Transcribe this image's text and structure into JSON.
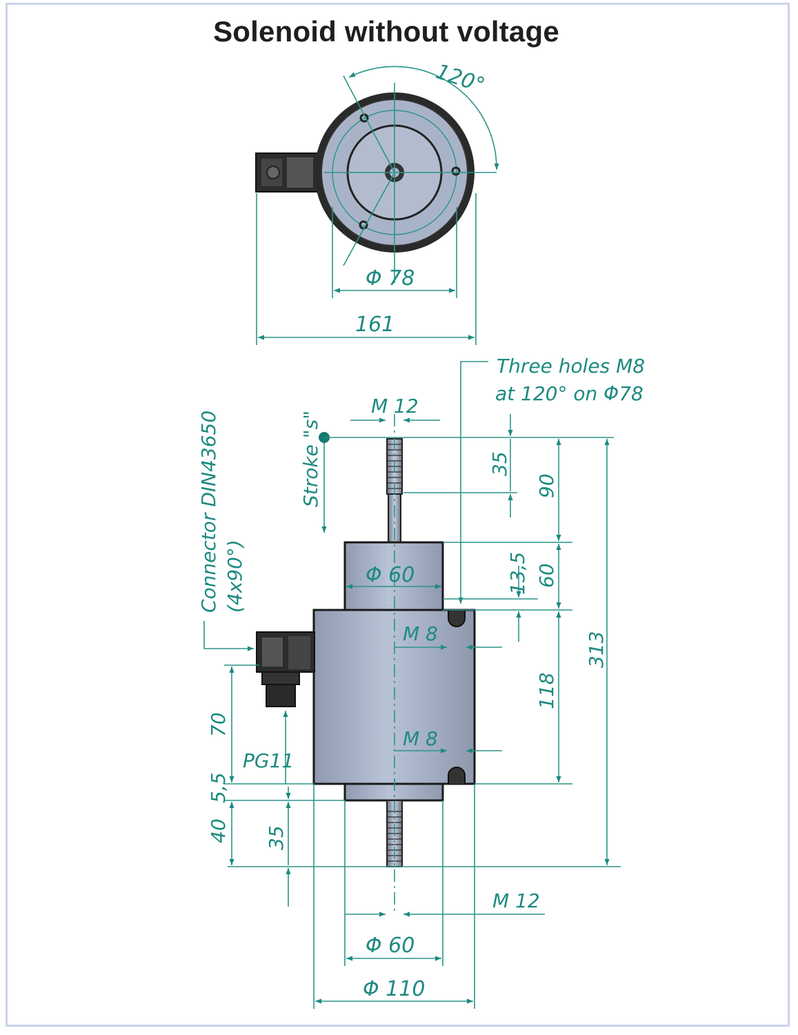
{
  "title": "Solenoid without voltage",
  "colors": {
    "dimension": "#1d8a80",
    "body_fill": "#a9b3c8",
    "outline": "#1a1a1a",
    "frame": "#c9d3ea"
  },
  "top_view": {
    "angle": "120°",
    "pcd": "Φ 78",
    "overall_width": "161"
  },
  "side_view": {
    "holes_note_line1": "Three holes M8",
    "holes_note_line2": "at 120° on Φ78",
    "thread_top": "M 12",
    "stroke": "Stroke \"s\"",
    "connector_line1": "Connector DIN43650",
    "connector_line2": "(4x90°)",
    "top_flange_dia": "Φ 60",
    "dim_35_top": "35",
    "dim_90": "90",
    "dim_13_5": "13,5",
    "dim_60": "60",
    "dim_313": "313",
    "dim_118": "118",
    "m8_upper": "M 8",
    "m8_lower": "M 8",
    "dim_70": "70",
    "pg": "PG11",
    "dim_5_5": "5,5",
    "dim_40": "40",
    "dim_35_bottom": "35",
    "thread_bottom": "M 12",
    "bottom_flange_dia": "Φ 60",
    "body_dia": "Φ 110"
  }
}
